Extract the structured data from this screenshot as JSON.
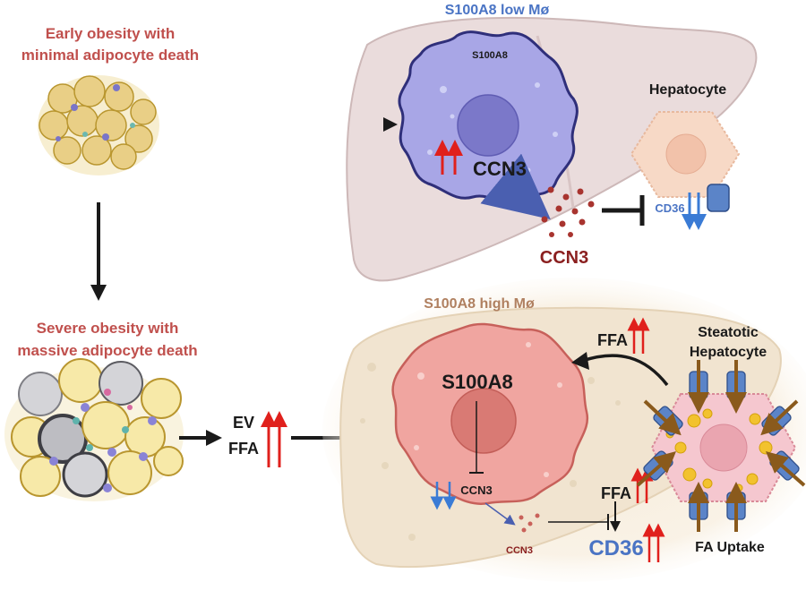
{
  "labels": {
    "early_obesity_line1": "Early obesity with",
    "early_obesity_line2": "minimal adipocyte death",
    "severe_obesity_line1": "Severe obesity with",
    "severe_obesity_line2": "massive adipocyte death",
    "s100a8_low": "S100A8 low Mø",
    "s100a8_high": "S100A8 high Mø",
    "s100a8_small": "S100A8",
    "s100a8_large": "S100A8",
    "ccn3_upper_macro": "CCN3",
    "ccn3_upper_secreted": "CCN3",
    "ccn3_lower_macro": "CCN3",
    "ccn3_lower_secreted": "CCN3",
    "hepatocyte": "Hepatocyte",
    "cd36_upper": "CD36",
    "cd36_lower": "CD36",
    "steatotic_line1": "Steatotic",
    "steatotic_line2": "Hepatocyte",
    "ffa_top": "FFA",
    "ffa_mid": "FFA",
    "ev": "EV",
    "ffa_left": "FFA",
    "fa_uptake": "FA Uptake"
  },
  "colors": {
    "title_red": "#c0504d",
    "title_blue": "#4a74c4",
    "title_brown": "#b08060",
    "ccn3_maroon": "#8b2020",
    "up_arrow_red": "#e0201c",
    "down_arrow_blue": "#3a7bd5",
    "macro_low": "#a8a6e6",
    "macro_high": "#f0a5a0",
    "liver_upper": "#eadcdc",
    "liver_lower": "#f1e4d0",
    "hepatocyte_fill": "#f7d9c6",
    "steatotic_fill": "#f5c7cf",
    "transporter": "#5b84c8",
    "fatty_acid_arrow": "#8a5a1c",
    "adipocyte": "#e9cf86"
  }
}
